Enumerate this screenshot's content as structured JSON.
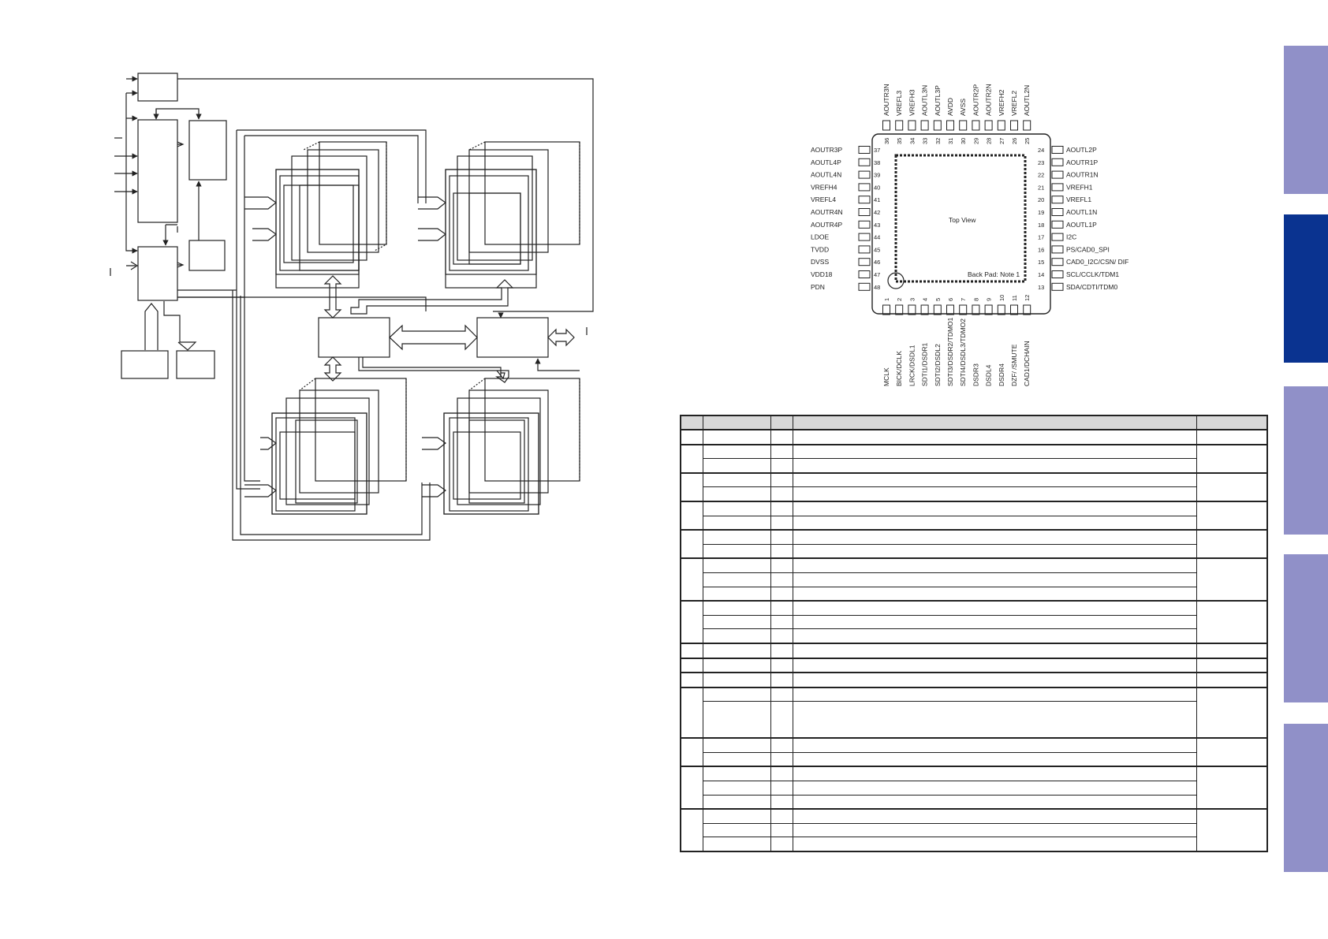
{
  "pinout": {
    "view_label": "Top View",
    "pad_label": "Back Pad: Note 1",
    "top_pins": [
      {
        "num": "36",
        "name": "AOUTR3N"
      },
      {
        "num": "35",
        "name": "VREFL3"
      },
      {
        "num": "34",
        "name": "VREFH3"
      },
      {
        "num": "33",
        "name": "AOUTL3N"
      },
      {
        "num": "32",
        "name": "AOUTL3P"
      },
      {
        "num": "31",
        "name": "AVDD"
      },
      {
        "num": "30",
        "name": "AVSS"
      },
      {
        "num": "29",
        "name": "AOUTR2P"
      },
      {
        "num": "28",
        "name": "AOUTR2N"
      },
      {
        "num": "27",
        "name": "VREFH2"
      },
      {
        "num": "26",
        "name": "VREFL2"
      },
      {
        "num": "25",
        "name": "AOUTL2N"
      }
    ],
    "left_pins": [
      {
        "num": "37",
        "name": "AOUTR3P"
      },
      {
        "num": "38",
        "name": "AOUTL4P"
      },
      {
        "num": "39",
        "name": "AOUTL4N"
      },
      {
        "num": "40",
        "name": "VREFH4"
      },
      {
        "num": "41",
        "name": "VREFL4"
      },
      {
        "num": "42",
        "name": "AOUTR4N"
      },
      {
        "num": "43",
        "name": "AOUTR4P"
      },
      {
        "num": "44",
        "name": "LDOE"
      },
      {
        "num": "45",
        "name": "TVDD"
      },
      {
        "num": "46",
        "name": "DVSS"
      },
      {
        "num": "47",
        "name": "VDD18"
      },
      {
        "num": "48",
        "name": "PDN"
      }
    ],
    "right_pins": [
      {
        "num": "24",
        "name": "AOUTL2P"
      },
      {
        "num": "23",
        "name": "AOUTR1P"
      },
      {
        "num": "22",
        "name": "AOUTR1N"
      },
      {
        "num": "21",
        "name": "VREFH1"
      },
      {
        "num": "20",
        "name": "VREFL1"
      },
      {
        "num": "19",
        "name": "AOUTL1N"
      },
      {
        "num": "18",
        "name": "AOUTL1P"
      },
      {
        "num": "17",
        "name": "I2C"
      },
      {
        "num": "16",
        "name": "PS/CAD0_SPI"
      },
      {
        "num": "15",
        "name": "CAD0_I2C/CSN/ DIF"
      },
      {
        "num": "14",
        "name": "SCL/CCLK/TDM1"
      },
      {
        "num": "13",
        "name": "SDA/CDTI/TDM0"
      }
    ],
    "bottom_pins": [
      {
        "num": "1",
        "name": "MCLK"
      },
      {
        "num": "2",
        "name": "BICK/DCLK"
      },
      {
        "num": "3",
        "name": "LRCK/DSDL1"
      },
      {
        "num": "4",
        "name": "SDTI1/DSDR1"
      },
      {
        "num": "5",
        "name": "SDTI2/DSDL2"
      },
      {
        "num": "6",
        "name": "SDTI3/DSDR2/TDMO1"
      },
      {
        "num": "7",
        "name": "SDTI4/DSDL3/TDMO2"
      },
      {
        "num": "8",
        "name": "DSDR3"
      },
      {
        "num": "9",
        "name": "DSDL4"
      },
      {
        "num": "10",
        "name": "DSDR4"
      },
      {
        "num": "11",
        "name": "DZF/ /SMUTE"
      },
      {
        "num": "12",
        "name": "CAD1/DCHAIN"
      }
    ]
  },
  "table": {
    "headers": [
      "",
      "",
      "",
      "",
      ""
    ],
    "groups": [
      1,
      2,
      2,
      2,
      2,
      3,
      3,
      1,
      1,
      1,
      2,
      2,
      3,
      3
    ]
  },
  "side_tabs": [
    {
      "name": "side-tab-1",
      "active": false
    },
    {
      "name": "side-tab-2",
      "active": true
    },
    {
      "name": "side-tab-3",
      "active": false
    },
    {
      "name": "side-tab-4",
      "active": false
    },
    {
      "name": "side-tab-5",
      "active": false
    }
  ]
}
